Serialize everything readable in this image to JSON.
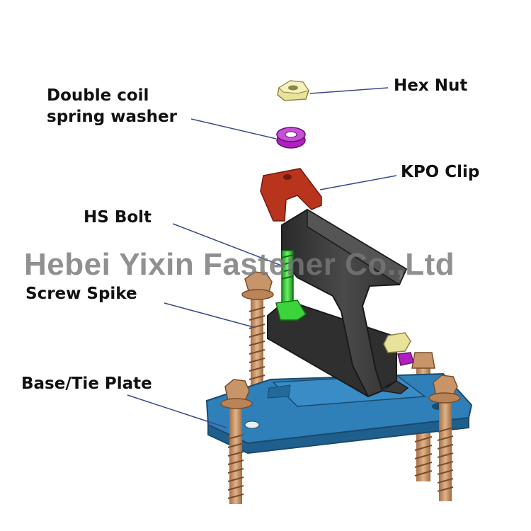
{
  "labels": {
    "hex_nut": "Hex Nut",
    "washer_line1": "Double coil",
    "washer_line2": "spring washer",
    "kpo_clip": "KPO Clip",
    "hs_bolt": "HS Bolt",
    "screw_spike": "Screw Spike",
    "base_plate": "Base/Tie Plate"
  },
  "watermark": "Hebei Yixin Fastener Co.,Ltd",
  "colors": {
    "leader_line": "#3a4a8a",
    "hex_nut": "#e8e29a",
    "spring_washer": "#b020c0",
    "kpo_clip": "#b8341c",
    "hs_bolt": "#28c428",
    "rail": "#3a3a3a",
    "base_plate": "#2f7fb8",
    "screw_spike": "#c8956a"
  }
}
